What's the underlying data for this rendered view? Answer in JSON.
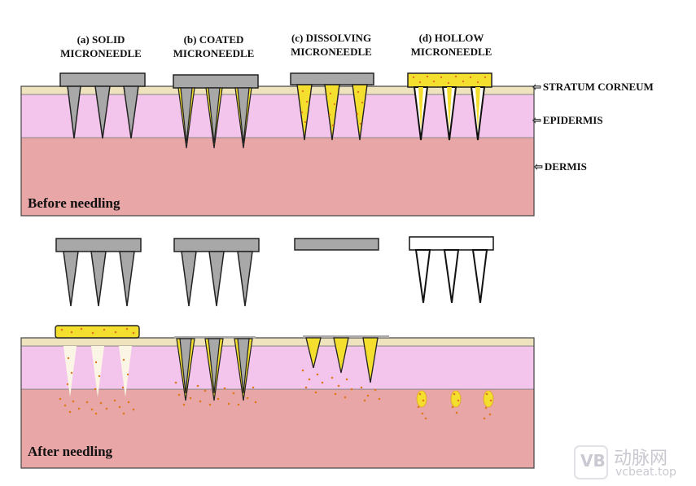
{
  "needle_types": [
    {
      "id": "a",
      "line1": "(a) SOLID",
      "line2": "MICRONEEDLE"
    },
    {
      "id": "b",
      "line1": "(b) COATED",
      "line2": "MICRONEEDLE"
    },
    {
      "id": "c",
      "line1": "(c) DISSOLVING",
      "line2": "MICRONEEDLE"
    },
    {
      "id": "d",
      "line1": "(d) HOLLOW",
      "line2": "MICRONEEDLE"
    }
  ],
  "layers": {
    "stratum_corneum": "STRATUM CORNEUM",
    "epidermis": "EPIDERMIS",
    "dermis": "DERMIS"
  },
  "panels": {
    "before": "Before needling",
    "after": "After needling"
  },
  "watermark": {
    "logo": "VB",
    "chinese": "动脉网",
    "site": "vcbeat.top"
  },
  "colors": {
    "stratum": "#efe3bd",
    "epidermis": "#f3c5ec",
    "dermis": "#e8a6a6",
    "needle_gray": "#a8a8a8",
    "drug_yellow": "#f4df2f",
    "drug_dots": "#e07a1f"
  }
}
